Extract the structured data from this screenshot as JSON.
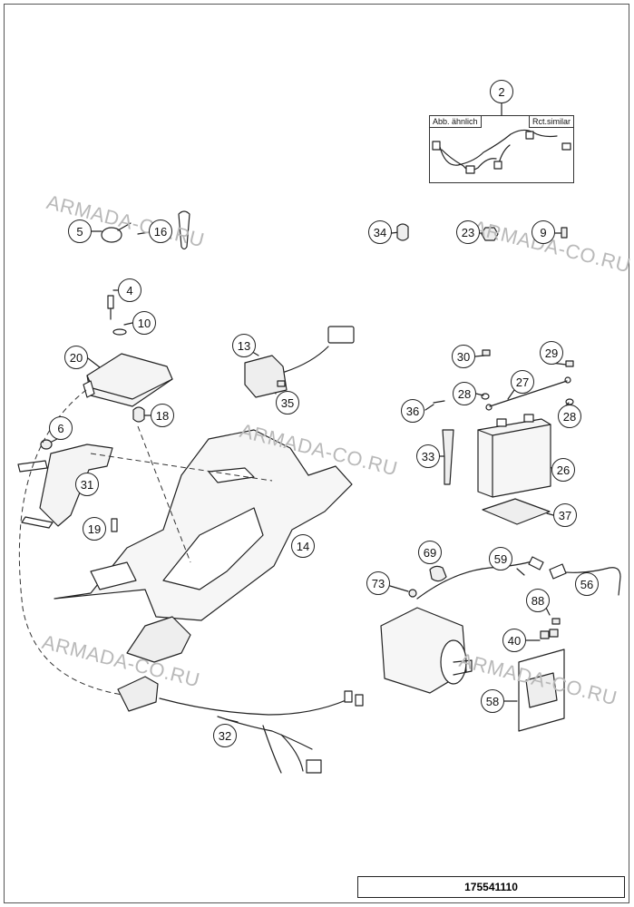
{
  "watermark": "ARMADA-CO.RU",
  "similar_box": {
    "left_label": "Abb. ähnlich",
    "right_label": "Rct.similar"
  },
  "part_number": "175541110",
  "callouts": [
    "2",
    "5",
    "16",
    "34",
    "23",
    "9",
    "4",
    "10",
    "20",
    "18",
    "6",
    "31",
    "19",
    "14",
    "13",
    "35",
    "30",
    "29",
    "27",
    "28",
    "28",
    "36",
    "33",
    "26",
    "37",
    "69",
    "59",
    "73",
    "56",
    "88",
    "40",
    "58",
    "32"
  ]
}
